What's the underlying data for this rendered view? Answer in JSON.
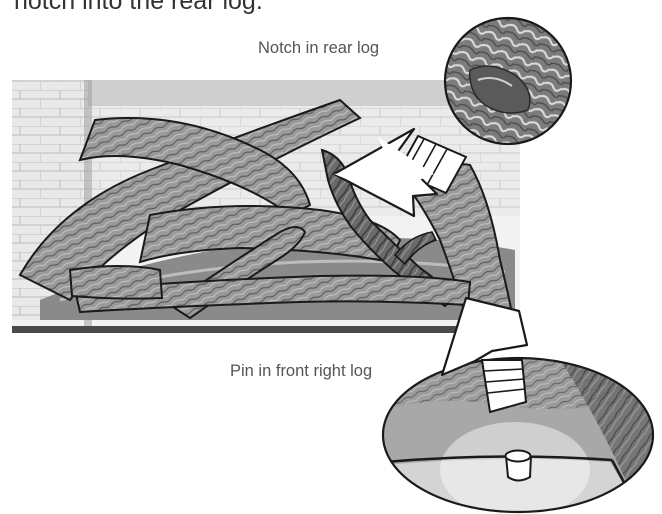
{
  "heading": "notch into the rear log.",
  "callouts": {
    "notch_label": "Notch in rear log",
    "pin_label": "Pin in front right log"
  },
  "colors": {
    "line": "#1a1a1a",
    "shade": "#8c8c8c",
    "light": "#d6d6d6",
    "firebox_floor": "#4a4a4a"
  },
  "icons": {
    "notch_arrow": "arrow-icon",
    "pin_arrow": "arrow-icon"
  }
}
